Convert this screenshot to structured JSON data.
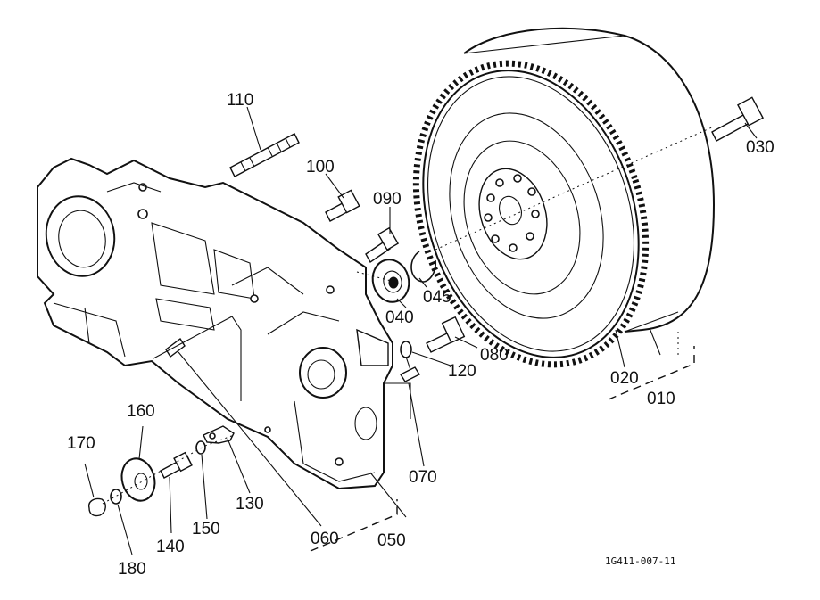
{
  "figure": {
    "code": "1G411-007-11"
  },
  "parts": [
    {
      "id": "110"
    },
    {
      "id": "100"
    },
    {
      "id": "090"
    },
    {
      "id": "045"
    },
    {
      "id": "040"
    },
    {
      "id": "030"
    },
    {
      "id": "080"
    },
    {
      "id": "120"
    },
    {
      "id": "020"
    },
    {
      "id": "010"
    },
    {
      "id": "070"
    },
    {
      "id": "060"
    },
    {
      "id": "050"
    },
    {
      "id": "130"
    },
    {
      "id": "160"
    },
    {
      "id": "170"
    },
    {
      "id": "180"
    },
    {
      "id": "140"
    },
    {
      "id": "150"
    }
  ]
}
